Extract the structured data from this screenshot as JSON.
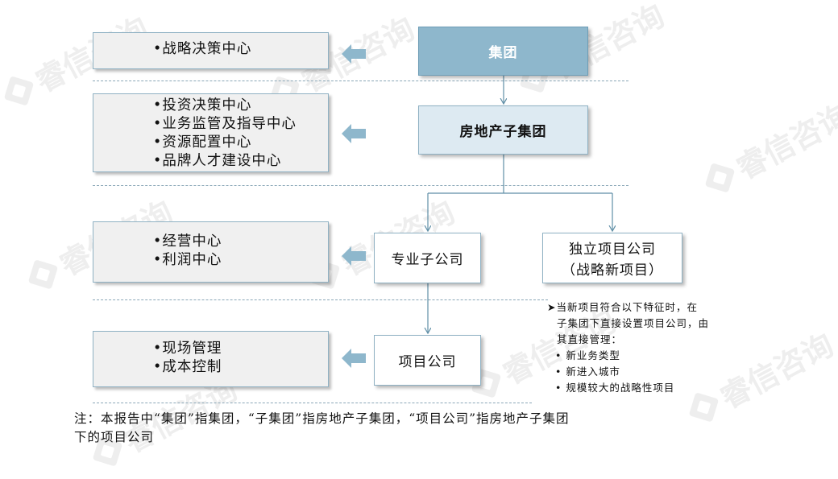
{
  "left_panels": [
    {
      "lines": [
        "•战略决策中心"
      ]
    },
    {
      "lines": [
        "•投资决策中心",
        "•业务监管及指导中心",
        "•资源配置中心",
        "•品牌人才建设中心"
      ]
    },
    {
      "lines": [
        "•经营中心",
        "•利润中心"
      ]
    },
    {
      "lines": [
        "•现场管理",
        "•成本控制"
      ]
    }
  ],
  "nodes": {
    "group": "集团",
    "real_estate_group": "房地产子集团",
    "professional_sub": "专业子公司",
    "independent_project_line1": "独立项目公司",
    "independent_project_line2": "（战略新项目）",
    "project_company": "项目公司"
  },
  "note": {
    "intro_line1": "➤当新项目符合以下特征时，在",
    "intro_line2": "子集团下直接设置项目公司，由",
    "intro_line3": "其直接管理：",
    "items": [
      "• 新业务类型",
      "• 新进入城市",
      "• 规模较大的战略性项目"
    ]
  },
  "footnote": {
    "line1": "注：本报告中“集团”指集团，“子集团”指房地产子集团，“项目公司”指房地产子集团",
    "line2": "下的项目公司"
  },
  "watermark": "睿信咨询",
  "colors": {
    "group_fill": "#8eb7cc",
    "real_estate_fill": "#ddeaf2",
    "border": "#8fb1c3",
    "arrow": "#8eb7cc",
    "connector": "#5f8ea6",
    "panel_fill": "#f0f0f0"
  }
}
